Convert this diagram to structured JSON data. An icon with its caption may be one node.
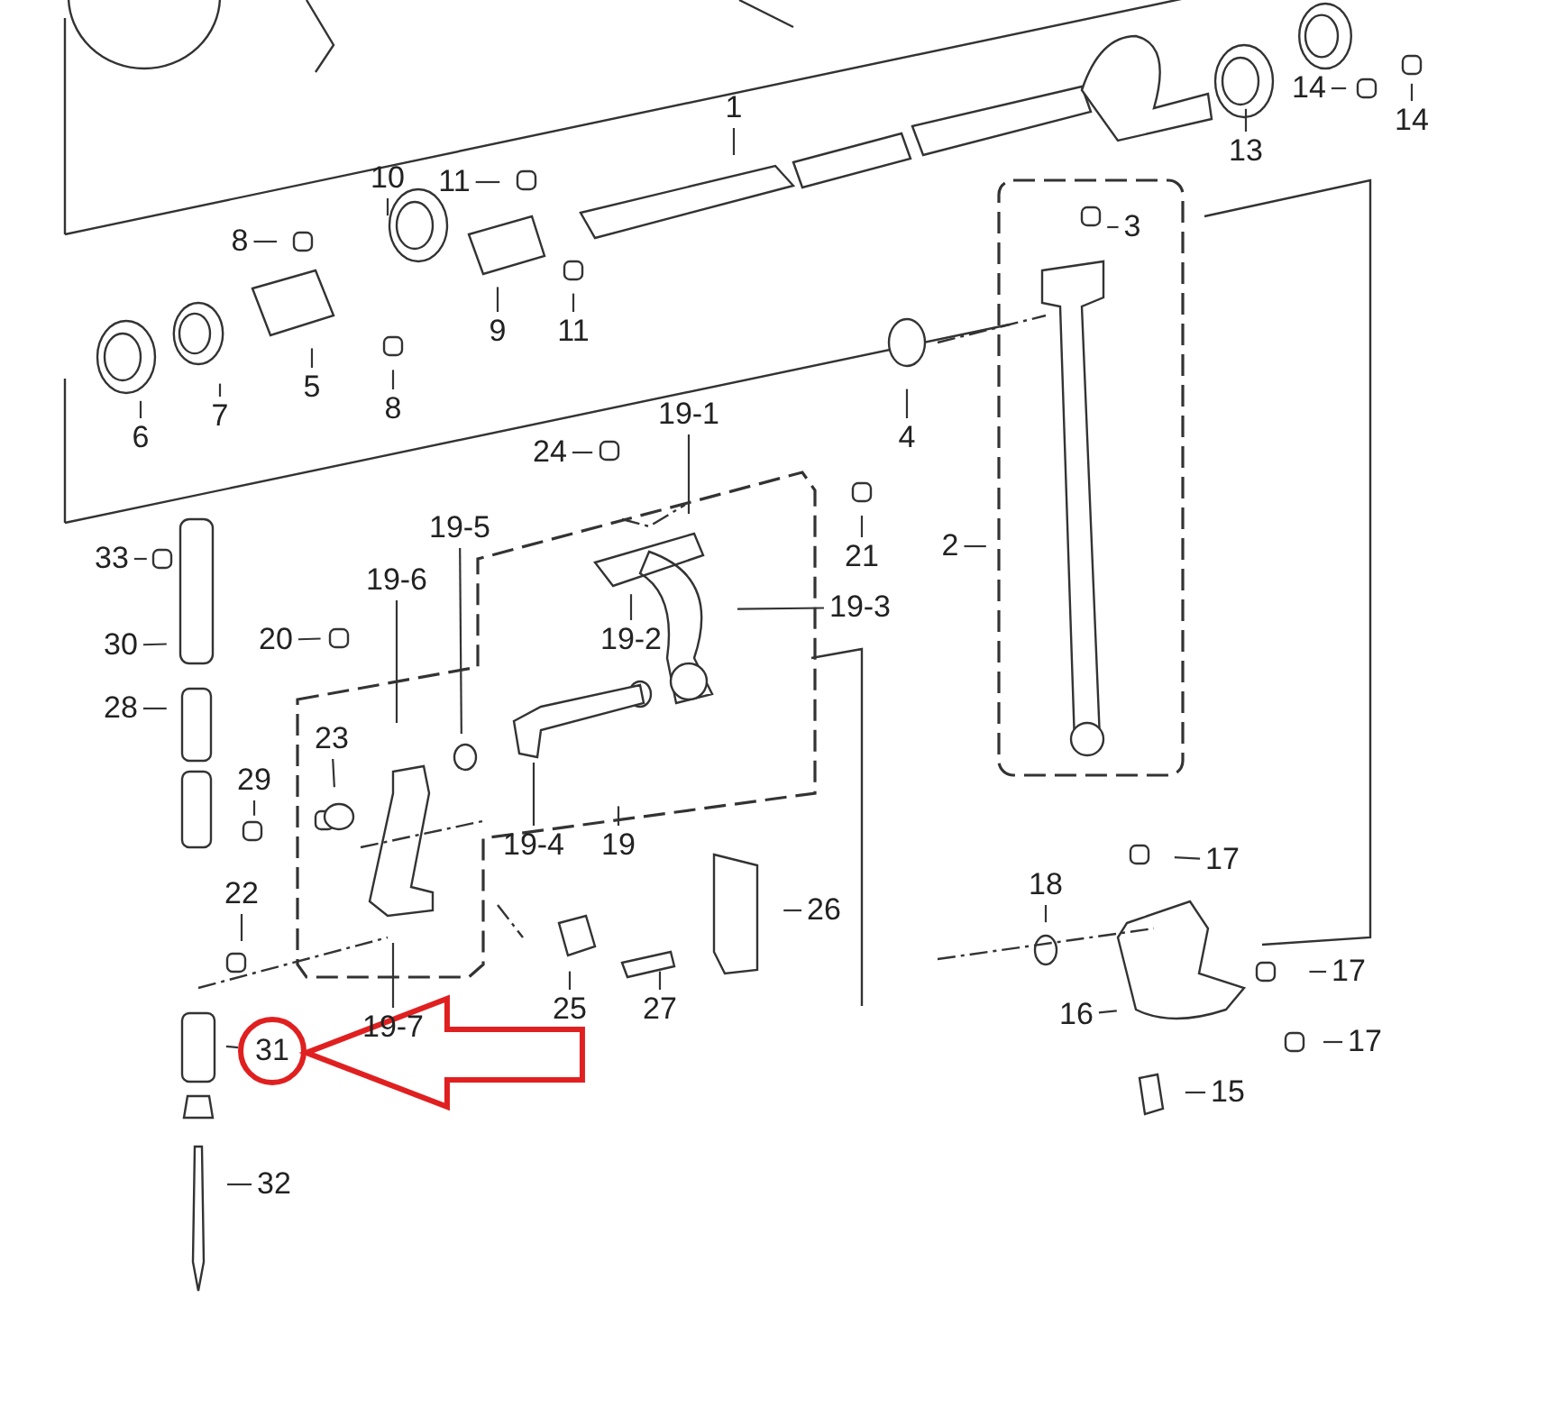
{
  "diagram": {
    "nodes": [
      {
        "text": [
          "1"
        ]
      },
      {
        "text": [
          "2"
        ]
      },
      {
        "text": [
          "3"
        ]
      },
      {
        "text": [
          "4"
        ]
      },
      {
        "text": [
          "5"
        ]
      },
      {
        "text": [
          "6"
        ]
      },
      {
        "text": [
          "7"
        ]
      },
      {
        "text": [
          "8"
        ]
      },
      {
        "text": [
          "8"
        ]
      },
      {
        "text": [
          "9"
        ]
      },
      {
        "text": [
          "10"
        ]
      },
      {
        "text": [
          "11"
        ]
      },
      {
        "text": [
          "11"
        ]
      },
      {
        "text": [
          "13"
        ]
      },
      {
        "text": [
          "14"
        ]
      },
      {
        "text": [
          "14"
        ]
      },
      {
        "text": [
          "15"
        ]
      },
      {
        "text": [
          "16"
        ]
      },
      {
        "text": [
          "17"
        ]
      },
      {
        "text": [
          "17"
        ]
      },
      {
        "text": [
          "17"
        ]
      },
      {
        "text": [
          "18"
        ]
      },
      {
        "text": [
          "19"
        ]
      },
      {
        "text": [
          "19-1"
        ]
      },
      {
        "text": [
          "19-2"
        ]
      },
      {
        "text": [
          "19-3"
        ]
      },
      {
        "text": [
          "19-4"
        ]
      },
      {
        "text": [
          "19-5"
        ]
      },
      {
        "text": [
          "19-6"
        ]
      },
      {
        "text": [
          "19-7"
        ]
      },
      {
        "text": [
          "20"
        ]
      },
      {
        "text": [
          "21"
        ]
      },
      {
        "text": [
          "22"
        ]
      },
      {
        "text": [
          "23"
        ]
      },
      {
        "text": [
          "24"
        ]
      },
      {
        "text": [
          "25"
        ]
      },
      {
        "text": [
          "26"
        ]
      },
      {
        "text": [
          "27"
        ]
      },
      {
        "text": [
          "28"
        ]
      },
      {
        "text": [
          "29"
        ]
      },
      {
        "text": [
          "30"
        ]
      },
      {
        "text": [
          "31"
        ]
      },
      {
        "text": [
          "32"
        ]
      },
      {
        "text": [
          "33"
        ]
      }
    ],
    "edges": [
      {
        "from": 0,
        "to": null,
        "arrow": "none"
      },
      {
        "from": 1,
        "to": null,
        "arrow": "none"
      },
      {
        "from": 2,
        "to": null,
        "arrow": "none"
      },
      {
        "from": 3,
        "to": null,
        "arrow": "none"
      },
      {
        "from": 4,
        "to": null,
        "arrow": "none"
      },
      {
        "from": 5,
        "to": null,
        "arrow": "none"
      },
      {
        "from": 6,
        "to": null,
        "arrow": "none"
      },
      {
        "from": 7,
        "to": null,
        "arrow": "none"
      },
      {
        "from": 8,
        "to": null,
        "arrow": "none"
      },
      {
        "from": 9,
        "to": null,
        "arrow": "none"
      },
      {
        "from": 10,
        "to": null,
        "arrow": "none"
      },
      {
        "from": 11,
        "to": null,
        "arrow": "none"
      },
      {
        "from": 12,
        "to": null,
        "arrow": "none"
      },
      {
        "from": 13,
        "to": null,
        "arrow": "none"
      },
      {
        "from": 14,
        "to": null,
        "arrow": "none"
      },
      {
        "from": 15,
        "to": null,
        "arrow": "none"
      },
      {
        "from": 16,
        "to": null,
        "arrow": "none"
      },
      {
        "from": 17,
        "to": null,
        "arrow": "none"
      },
      {
        "from": 18,
        "to": null,
        "arrow": "none"
      },
      {
        "from": 19,
        "to": null,
        "arrow": "none"
      },
      {
        "from": 20,
        "to": null,
        "arrow": "none"
      },
      {
        "from": 21,
        "to": null,
        "arrow": "none"
      },
      {
        "from": 22,
        "to": null,
        "arrow": "none"
      },
      {
        "from": 23,
        "to": null,
        "arrow": "none"
      },
      {
        "from": 24,
        "to": null,
        "arrow": "none"
      },
      {
        "from": 25,
        "to": null,
        "arrow": "none"
      },
      {
        "from": 26,
        "to": null,
        "arrow": "none"
      },
      {
        "from": 27,
        "to": null,
        "arrow": "none"
      },
      {
        "from": 28,
        "to": null,
        "arrow": "none"
      },
      {
        "from": 29,
        "to": null,
        "arrow": "none"
      },
      {
        "from": 30,
        "to": null,
        "arrow": "none"
      },
      {
        "from": 31,
        "to": null,
        "arrow": "none"
      },
      {
        "from": 32,
        "to": null,
        "arrow": "none"
      },
      {
        "from": 33,
        "to": null,
        "arrow": "none"
      },
      {
        "from": 34,
        "to": null,
        "arrow": "none"
      },
      {
        "from": 35,
        "to": null,
        "arrow": "none"
      },
      {
        "from": 36,
        "to": null,
        "arrow": "none"
      },
      {
        "from": 37,
        "to": null,
        "arrow": "none"
      },
      {
        "from": 38,
        "to": null,
        "arrow": "none"
      },
      {
        "from": 39,
        "to": null,
        "arrow": "none"
      },
      {
        "from": 40,
        "to": null,
        "arrow": "none"
      },
      {
        "from": 41,
        "to": null,
        "arrow": "none"
      },
      {
        "from": 42,
        "to": null,
        "arrow": "none"
      },
      {
        "from": 43,
        "to": null,
        "arrow": "none"
      },
      {
        "from": null,
        "to": 41,
        "arrow": "to",
        "style": "thick",
        "color": "#e02020"
      }
    ]
  }
}
